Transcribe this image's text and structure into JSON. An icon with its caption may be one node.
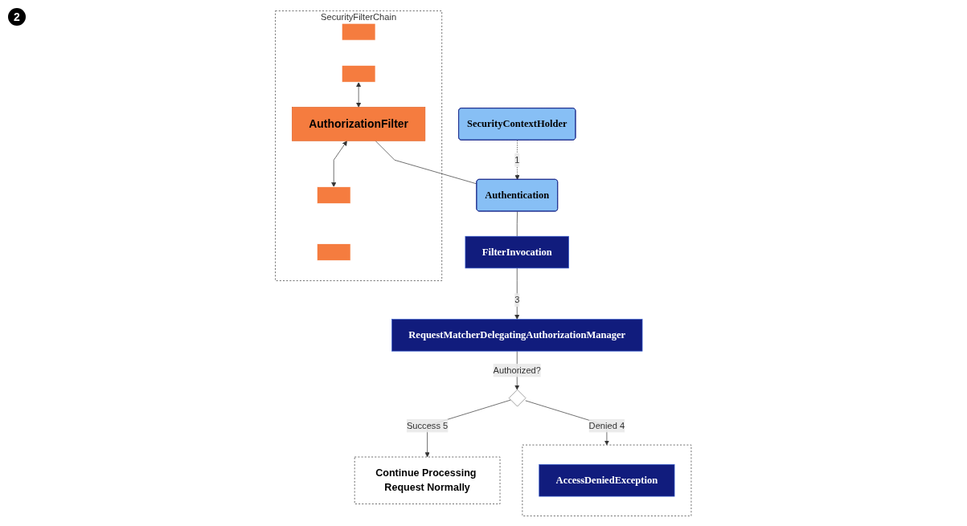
{
  "diagram": {
    "nodes": [
      {
        "text": [
          "SecurityFilterChain"
        ]
      },
      {
        "text": [],
        "shape": "bar",
        "in": 0
      },
      {
        "text": [],
        "shape": "bar",
        "in": 0
      },
      {
        "text": [
          "AuthorizationFilter"
        ],
        "in": 0
      },
      {
        "text": [],
        "shape": "bar",
        "in": 0
      },
      {
        "text": [],
        "shape": "bar",
        "in": 0
      },
      {
        "text": [
          "Authentication"
        ]
      },
      {
        "text": [
          "SecurityContextHolder"
        ]
      },
      {
        "text": [
          "FilterInvocation"
        ]
      },
      {
        "text": [
          "RequestMatcherDelegatingAuthorizationManager"
        ]
      },
      {
        "text": [],
        "shape": "diamond"
      },
      {
        "text": [],
        "shape": "box"
      },
      {
        "text": [
          "AccessDeniedException"
        ],
        "in": 11
      },
      {
        "text": [
          "Continue Processing Request Normally"
        ]
      }
    ],
    "edges": [
      {
        "from": 2,
        "to": 3,
        "arrow": "both"
      },
      {
        "from": 3,
        "to": 4,
        "arrow": "both"
      },
      {
        "from": 3,
        "to": 6,
        "arrow": "none"
      },
      {
        "from": 7,
        "to": 6,
        "arrow": "to",
        "style": "dashed",
        "label": "1"
      },
      {
        "from": 6,
        "to": 8,
        "arrow": "none"
      },
      {
        "from": 8,
        "to": 9,
        "arrow": "to",
        "label": "3"
      },
      {
        "from": 9,
        "to": 10,
        "arrow": "to",
        "label": "Authorized?"
      },
      {
        "from": 10,
        "to": 11,
        "arrow": "to",
        "label": "Denied 4"
      },
      {
        "from": 10,
        "to": 13,
        "arrow": "to",
        "label": "Success 5"
      }
    ],
    "labels": [
      "2"
    ]
  }
}
